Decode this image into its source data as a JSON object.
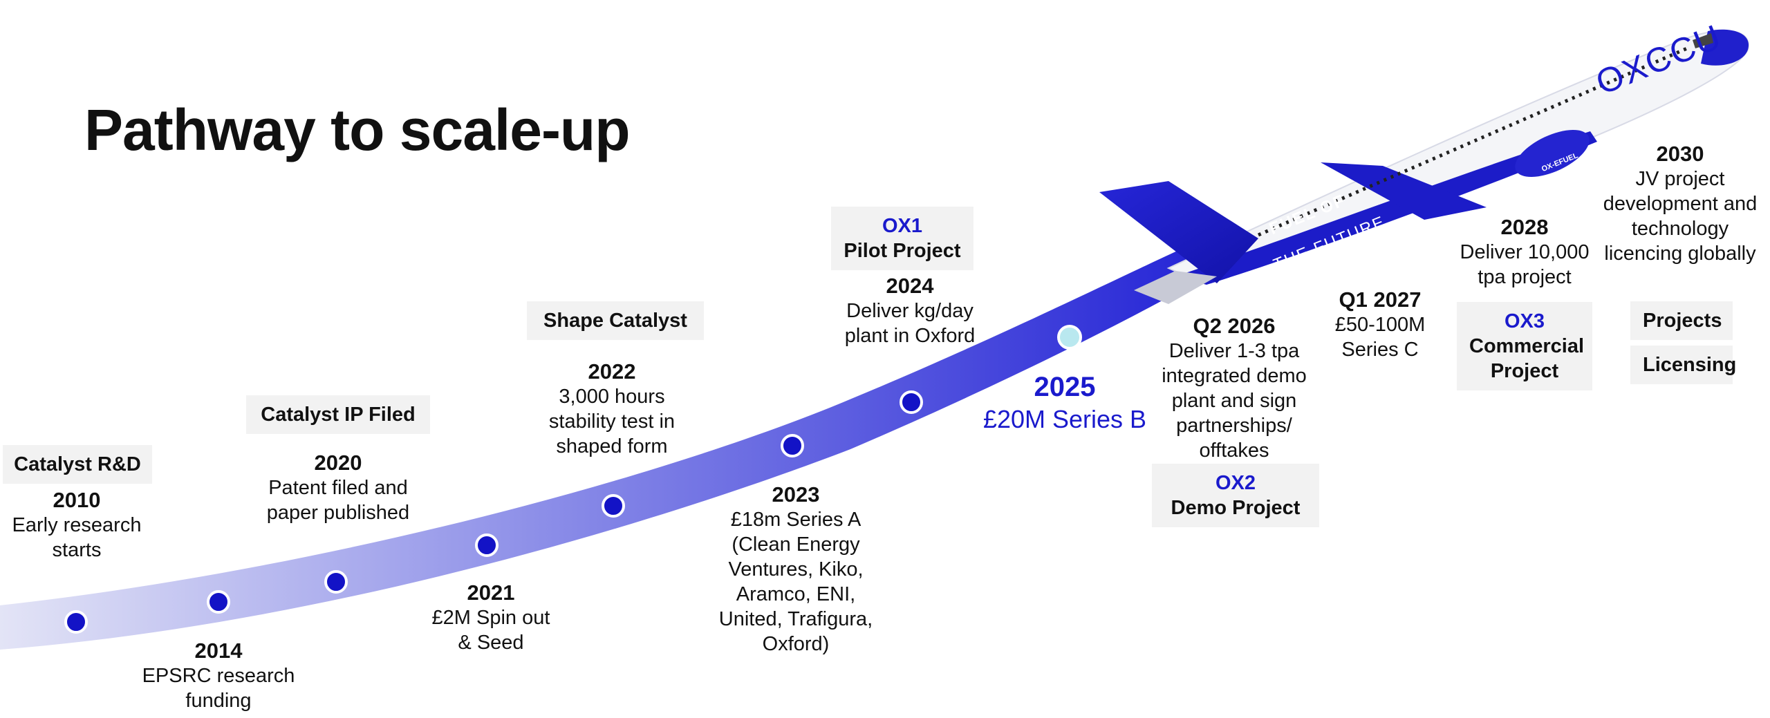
{
  "title": "Pathway to scale-up",
  "colors": {
    "accent": "#1a1acc",
    "ribbon_start": "#e3e4f6",
    "ribbon_end": "#2424d6",
    "tag_bg": "#f2f2f2"
  },
  "tags": {
    "catalyst_rd": "Catalyst R&D",
    "catalyst_ip": "Catalyst IP Filed",
    "shape_catalyst": "Shape Catalyst",
    "ox1": {
      "code": "OX1",
      "label": "Pilot Project"
    },
    "ox2": {
      "code": "OX2",
      "label": "Demo Project"
    },
    "ox3": {
      "code": "OX3",
      "label1": "Commercial",
      "label2": "Project"
    },
    "projects": "Projects",
    "licensing": "Licensing"
  },
  "milestones": {
    "m2010": {
      "year": "2010",
      "l1": "Early research",
      "l2": "starts"
    },
    "m2014": {
      "year": "2014",
      "l1": "EPSRC research",
      "l2": "funding"
    },
    "m2020": {
      "year": "2020",
      "l1": "Patent filed and",
      "l2": "paper published"
    },
    "m2021": {
      "year": "2021",
      "l1": "£2M Spin out",
      "l2": "& Seed"
    },
    "m2022": {
      "year": "2022",
      "l1": "3,000 hours",
      "l2": "stability test in",
      "l3": "shaped form"
    },
    "m2023": {
      "year": "2023",
      "l1": "£18m Series A",
      "l2": "(Clean Energy",
      "l3": "Ventures, Kiko,",
      "l4": "Aramco, ENI,",
      "l5": "United, Trafigura,",
      "l6": "Oxford)"
    },
    "m2024": {
      "year": "2024",
      "l1": "Deliver kg/day",
      "l2": "plant in Oxford"
    },
    "m2025": {
      "year": "2025",
      "l1": "£20M Series B"
    },
    "m2026": {
      "year": "Q2 2026",
      "l1": "Deliver 1-3 tpa",
      "l2": "integrated demo",
      "l3": "plant and sign",
      "l4": "partnerships/",
      "l5": "offtakes"
    },
    "m2027": {
      "year": "Q1 2027",
      "l1": "£50-100M",
      "l2": "Series C"
    },
    "m2028": {
      "year": "2028",
      "l1": "Deliver 10,000",
      "l2": "tpa project"
    },
    "m2030": {
      "year": "2030",
      "l1": "JV project",
      "l2": "development and",
      "l3": "technology",
      "l4": "licencing globally"
    }
  },
  "plane": {
    "brand": "OXCCU",
    "livery1": "FUEL OF",
    "livery2": "THE FUTURE",
    "engine": "OX-EFUEL"
  }
}
